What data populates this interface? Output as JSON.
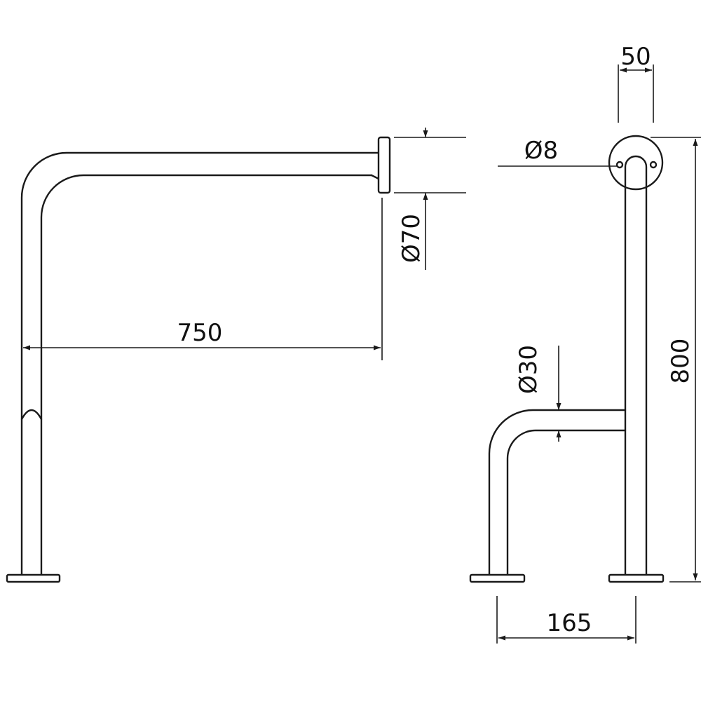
{
  "colors": {
    "line": "#1a1a1a",
    "background": "#ffffff"
  },
  "dimensions": {
    "length": "750",
    "flange_diameter": "Ø70",
    "hole_diameter": "Ø8",
    "flange_offset": "50",
    "height": "800",
    "tube_diameter": "Ø30",
    "leg_spacing": "165"
  }
}
